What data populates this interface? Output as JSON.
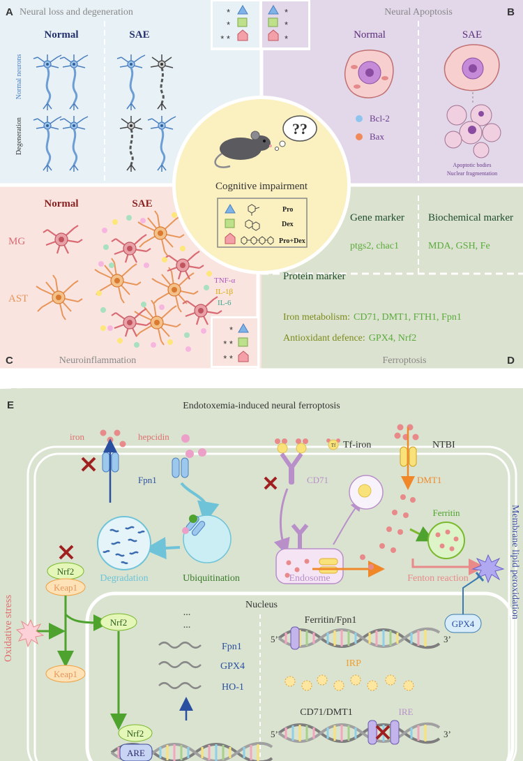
{
  "colors": {
    "panel_a_bg": "#e8f1f6",
    "panel_b_bg": "#e3d7ea",
    "panel_c_bg": "#f9e4df",
    "panel_d_bg": "#dbe2cf",
    "panel_e_bg": "#d9e3cf",
    "center_circle": "#fbf0c0",
    "neuron_blue": "#5b8fc7",
    "neuron_gray": "#555555",
    "microglia": "#d96a73",
    "astrocyte": "#e8955a",
    "green_text": "#5aaa3c",
    "dark_green": "#1e4d2b",
    "olive": "#7a8a1a",
    "purple_text": "#6a3d8a",
    "pink_red": "#e07070",
    "blue_text": "#2a4fa0"
  },
  "panel_a": {
    "letter": "A",
    "title": "Neural loss and degeneration",
    "col_normal": "Normal",
    "col_sae": "SAE",
    "row1": "Normal neurons",
    "row2": "Degeneration"
  },
  "legend_top": {
    "row1_left": "*",
    "row2_left": "*",
    "row3_left": "* *",
    "row1_right": "*",
    "row2_right": "*",
    "row3_right": "*"
  },
  "panel_b": {
    "letter": "B",
    "title": "Neural Apoptosis",
    "col_normal": "Normal",
    "col_sae": "SAE",
    "legend1": "Bcl-2",
    "legend2": "Bax",
    "caption1": "Apoptotic bodies",
    "caption2": "Nuclear fragmentation"
  },
  "center": {
    "question": "??",
    "title": "Cognitive impairment",
    "drug1": "Pro",
    "drug2": "Dex",
    "drug3": "Pro+Dex"
  },
  "panel_c": {
    "letter": "C",
    "title": "Neuroinflammation",
    "col_normal": "Normal",
    "col_sae": "SAE",
    "mg": "MG",
    "ast": "AST",
    "cyto1": "TNF-α",
    "cyto2": "IL-1β",
    "cyto3": "IL-6",
    "leg_row1": "*",
    "leg_row2": "* *",
    "leg_row3": "* *"
  },
  "panel_d": {
    "letter": "D",
    "title": "Ferroptosis",
    "gene_marker": "Gene marker",
    "gene_values": "ptgs2, chac1",
    "bio_marker": "Biochemical marker",
    "bio_values": "MDA, GSH, Fe",
    "protein_marker": "Protein marker",
    "iron_label": "Iron metabolism:",
    "iron_values": "CD71, DMT1, FTH1, Fpn1",
    "antiox_label": "Antioxidant defence:",
    "antiox_values": "GPX4, Nrf2"
  },
  "panel_e": {
    "letter": "E",
    "title": "Endotoxemia-induced neural ferroptosis",
    "iron": "iron",
    "hepcidin": "hepcidin",
    "fpn1": "Fpn1",
    "tf_iron": "Tf-iron",
    "tf": "Tf",
    "ntbi": "NTBI",
    "cd71": "CD71",
    "dmt1": "DMT1",
    "ferritin": "Ferritin",
    "membrane_lipid": "Membrane lipid peroxidation",
    "nrf2": "Nrf2",
    "keap1": "Keap1",
    "degradation": "Degradation",
    "ubiquitination": "Ubiquitination",
    "endosome": "Endosome",
    "fenton": "Fenton reaction",
    "oxidative_stress": "Oxidative stress",
    "nucleus": "Nucleus",
    "dots1": "...",
    "dots2": "...",
    "gene_fpn1": "Fpn1",
    "gene_gpx4": "GPX4",
    "gene_ho1": "HO-1",
    "gpx4": "GPX4",
    "ferritin_fpn1": "Ferritin/Fpn1",
    "irp": "IRP",
    "cd71_dmt1": "CD71/DMT1",
    "ire": "IRE",
    "are": "ARE",
    "five1": "5’",
    "three1": "3’",
    "five2": "5’",
    "three2": "3’"
  }
}
